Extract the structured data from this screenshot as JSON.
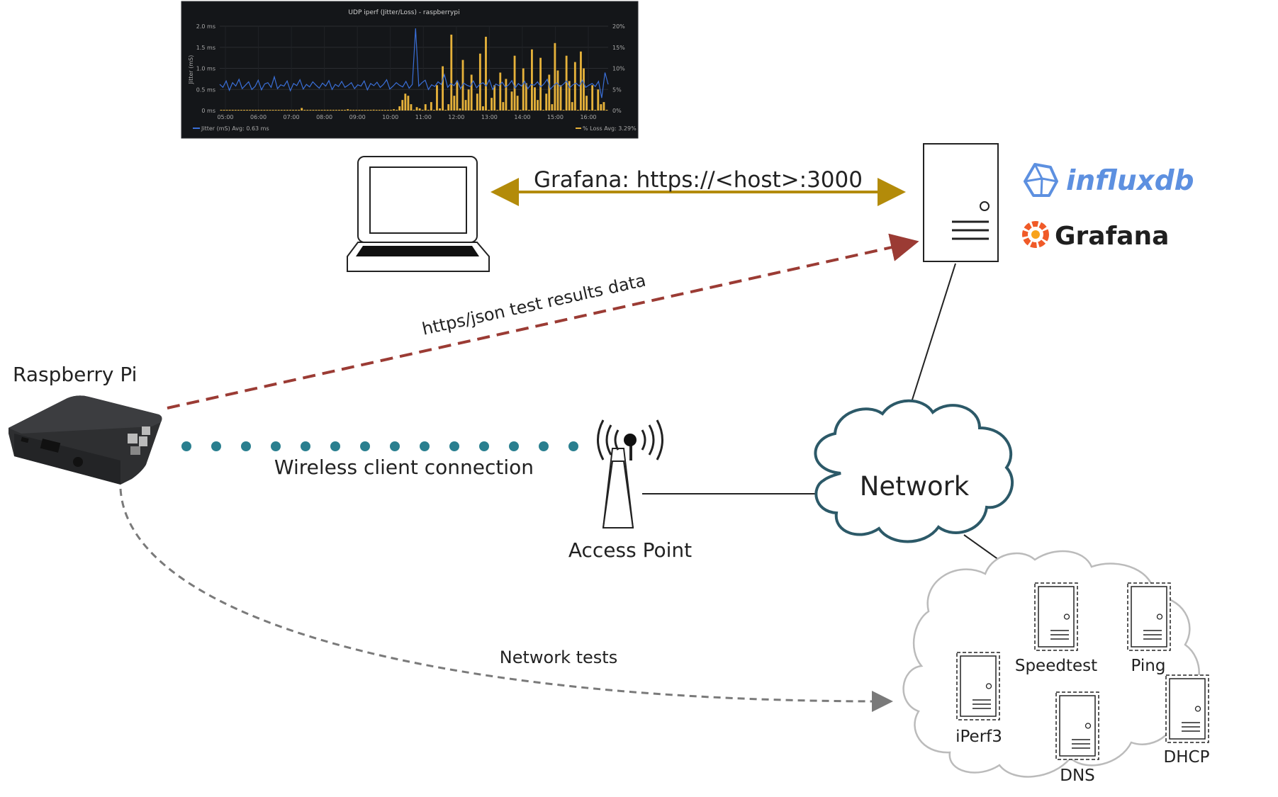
{
  "labels": {
    "raspberry_pi": "Raspberry Pi",
    "grafana_link": "Grafana: https://<host>:3000",
    "json_link": "https/json test results data",
    "wireless_link": "Wireless client connection",
    "access_point": "Access Point",
    "network": "Network",
    "network_tests": "Network tests"
  },
  "logos": {
    "influxdb": "influxdb",
    "grafana": "Grafana"
  },
  "services": [
    "Speedtest",
    "Ping",
    "iPerf3",
    "DNS",
    "DHCP"
  ],
  "colors": {
    "grafana_link": "#b38b0a",
    "json_link": "#9b3b34",
    "wireless_link": "#2a7f8f",
    "tests_link": "#7a7a7a",
    "network_cloud": "#2c5968",
    "influx_blue": "#5d90e0",
    "grafana_orange": "#f05a28",
    "jitter_series": "#3a6fd8",
    "loss_series": "#e5b13a"
  },
  "chart_data": {
    "type": "bar",
    "title": "UDP iperf (Jitter/Loss) - raspberrypi",
    "ylabel": "Jitter (mS)",
    "y_ticks_left": [
      "0 ms",
      "0.5 ms",
      "1.0 ms",
      "1.5 ms",
      "2.0 ms"
    ],
    "y_ticks_right": [
      "0%",
      "5%",
      "10%",
      "15%",
      "20%"
    ],
    "x_ticks": [
      "05:00",
      "06:00",
      "07:00",
      "08:00",
      "09:00",
      "10:00",
      "11:00",
      "12:00",
      "13:00",
      "14:00",
      "15:00",
      "16:00"
    ],
    "ylim_left": [
      0,
      2.0
    ],
    "ylim_right": [
      0,
      20
    ],
    "series": [
      {
        "name": "Jitter (mS)",
        "legend_text": "Jitter (mS)  Avg: 0.63 ms",
        "type": "line",
        "axis": "left",
        "values": [
          0.62,
          0.55,
          0.7,
          0.48,
          0.66,
          0.58,
          0.74,
          0.52,
          0.6,
          0.68,
          0.5,
          0.57,
          0.72,
          0.49,
          0.63,
          0.66,
          0.55,
          0.8,
          0.52,
          0.61,
          0.58,
          0.7,
          0.47,
          0.64,
          0.59,
          0.73,
          0.51,
          0.62,
          0.56,
          0.68,
          0.6,
          0.53,
          0.65,
          0.58,
          0.71,
          0.5,
          0.62,
          0.57,
          0.69,
          0.55,
          0.6,
          0.66,
          0.52,
          0.61,
          0.58,
          0.7,
          0.49,
          0.64,
          0.59,
          0.67,
          0.55,
          0.62,
          0.73,
          0.51,
          0.58,
          0.66,
          0.6,
          0.56,
          0.69,
          0.53,
          0.62,
          1.95,
          0.58,
          0.66,
          0.72,
          0.5,
          0.61,
          0.57,
          0.68,
          0.62,
          0.85,
          0.55,
          0.64,
          0.59,
          0.71,
          0.52,
          0.65,
          0.6,
          0.57,
          0.7,
          0.54,
          0.62,
          0.66,
          0.58,
          0.73,
          0.5,
          0.63,
          0.59,
          0.67,
          0.55,
          0.61,
          0.71,
          0.53,
          0.64,
          0.58,
          0.69,
          0.52,
          0.62,
          0.6,
          0.68,
          0.56,
          0.63,
          0.74,
          0.51,
          0.59,
          0.66,
          0.57,
          0.62,
          0.7,
          0.54,
          0.61,
          0.65,
          0.58,
          0.72,
          0.55,
          0.6,
          0.64,
          0.57,
          0.69,
          0.3,
          0.9,
          0.62
        ]
      },
      {
        "name": "% Loss",
        "legend_text": "% Loss  Avg: 3.29%",
        "type": "bar",
        "axis": "right",
        "values": [
          0,
          0,
          0.1,
          0,
          0,
          0.1,
          0,
          0,
          0,
          0.1,
          0,
          0,
          0.1,
          0,
          0,
          0,
          0.1,
          0,
          0,
          0,
          0,
          0.1,
          0,
          0,
          0,
          0.1,
          0,
          0,
          0.6,
          0,
          0,
          0,
          0.1,
          0,
          0,
          0,
          0,
          0.1,
          0,
          0,
          0,
          0.1,
          0,
          0,
          0.3,
          0,
          0,
          0,
          0.1,
          0,
          0,
          0,
          0,
          0.2,
          0,
          0,
          0,
          0,
          0.1,
          0,
          0.3,
          0,
          1.0,
          2.5,
          4.0,
          3.5,
          1.5,
          0,
          0.8,
          0.5,
          0,
          1.5,
          0,
          2.0,
          0,
          6.0,
          0.5,
          10.5,
          0,
          1.5,
          18.0,
          3.5,
          7.0,
          0.5,
          12.0,
          2.5,
          5.0,
          8.5,
          0,
          4.0,
          13.5,
          1.0,
          17.5,
          0,
          3.0,
          6.0,
          0,
          9.0,
          2.0,
          7.5,
          0,
          4.5,
          13.0,
          3.5,
          0,
          10.0,
          6.5,
          0,
          14.5,
          5.5,
          2.5,
          12.5,
          0,
          4.0,
          8.5,
          1.5,
          16.0,
          9.5,
          6.0,
          0,
          13.0,
          7.0,
          2.0,
          11.5,
          0,
          14.0,
          10.0,
          3.5,
          0,
          6.0,
          0,
          5.0,
          1.5,
          2.0,
          0
        ]
      }
    ]
  }
}
